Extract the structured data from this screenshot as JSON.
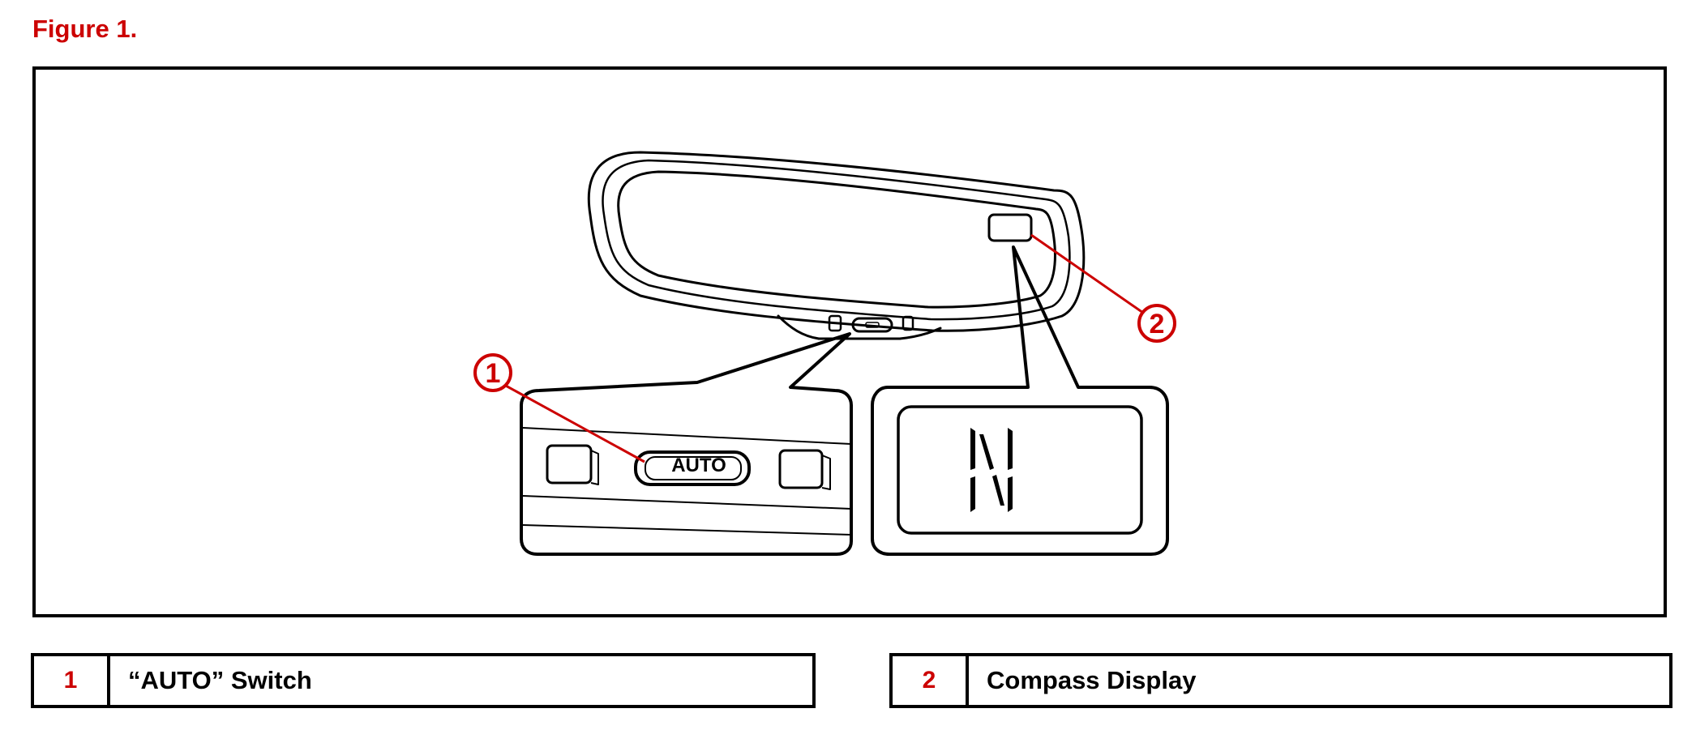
{
  "figure_title": "Figure 1.",
  "illustration": {
    "auto_button_text": "AUTO",
    "compass_letter": "N",
    "callouts": [
      "1",
      "2"
    ],
    "accent_color": "#cc0000"
  },
  "legend": [
    {
      "number": "1",
      "label": "“AUTO” Switch"
    },
    {
      "number": "2",
      "label": "Compass Display"
    }
  ]
}
